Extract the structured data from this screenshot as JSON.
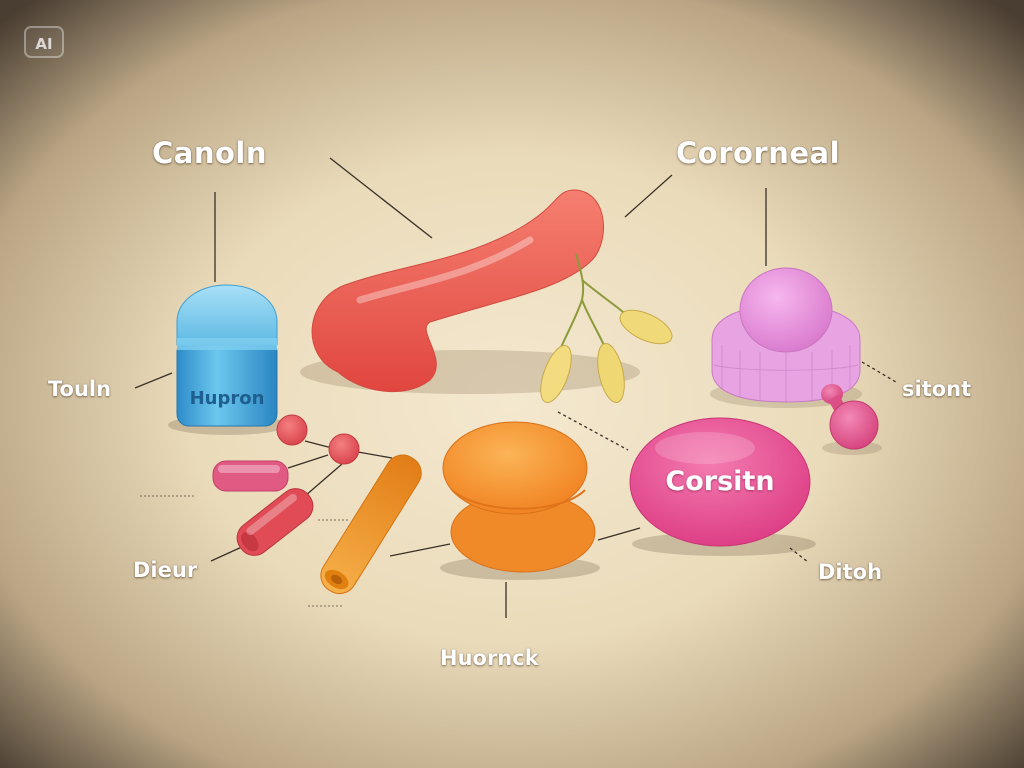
{
  "badge": "AI",
  "labels": {
    "canoln": "Canoln",
    "cororneal": "Cororneal",
    "touln": "Touln",
    "sitont": "sitont",
    "dieur": "Dieur",
    "ditoh": "Ditoh",
    "huornck": "Huornck"
  },
  "object_text": {
    "hupron": "Hupron",
    "corsitn": "Corsitn"
  },
  "colors": {
    "background_center": "#f2e6cc",
    "background_edge": "#4a3e32",
    "blue_cylinder": "#5ab8e6",
    "red_tube": "#ee5b52",
    "yellow_seeds": "#f0dc7a",
    "pink_dome": "#ee9ce0",
    "orange_stack": "#f7932f",
    "magenta_oval": "#ec4f95",
    "pink_knob": "#e8558f",
    "red_capsule": "#e04b56",
    "orange_rod": "#f59a2c"
  }
}
